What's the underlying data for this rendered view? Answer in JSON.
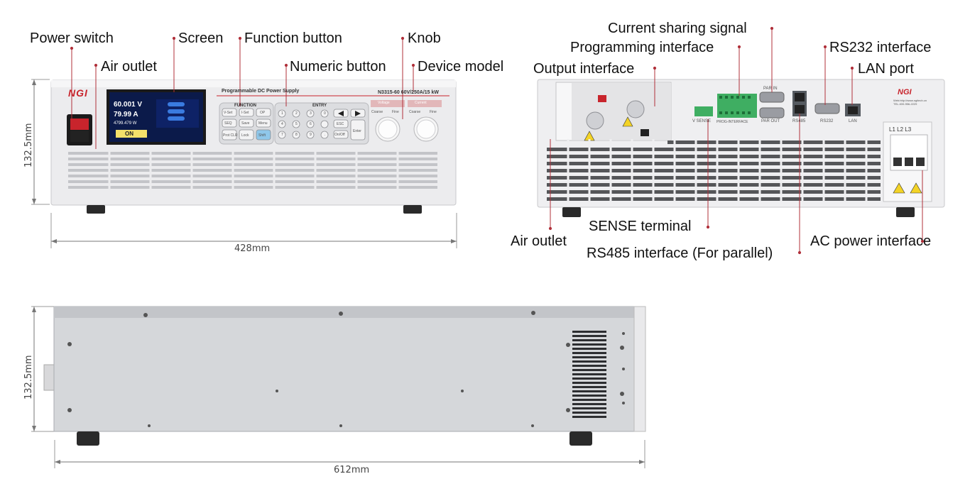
{
  "front": {
    "callouts": {
      "power_switch": "Power switch",
      "air_outlet": "Air outlet",
      "screen": "Screen",
      "function_button": "Function button",
      "numeric_button": "Numeric button",
      "knob": "Knob",
      "device_model": "Device model"
    },
    "logo": "NGI",
    "title": "Programmable DC Power Supply",
    "model": "N3315-60 60V/250A/15 kW",
    "function_group": "FUNCTION",
    "entry_group": "ENTRY",
    "voltage_label": "Voltage",
    "current_label": "Current",
    "display": {
      "voltage": "60.001 V",
      "current": "79.99 A",
      "power": "4799.479 W",
      "state": "ON"
    },
    "function_keys": [
      "V-Set",
      "I-Set",
      "OP",
      "SEQ",
      "Save",
      "Menu",
      "Prot CLR",
      "Lock",
      "Shift"
    ],
    "numeric_keys": [
      "1",
      "2",
      "3",
      "4",
      "5",
      "6",
      "7",
      "8",
      "9",
      "0",
      ".",
      "On/Off"
    ],
    "entry_keys": [
      "ESC",
      "Enter"
    ],
    "knob_labels": [
      "Coarse",
      "Fine",
      "Coarse",
      "Fine"
    ],
    "height_dim": "132.5mm",
    "width_dim": "428mm"
  },
  "rear": {
    "callouts": {
      "current_sharing_signal": "Current sharing signal",
      "programming_interface": "Programming interface",
      "rs232_interface": "RS232 interface",
      "lan_port": "LAN port",
      "output_interface": "Output interface",
      "air_outlet": "Air outlet",
      "sense_terminal": "SENSE terminal",
      "rs485_interface": "RS485 interface (For parallel)",
      "ac_power_interface": "AC power interface"
    },
    "port_labels": {
      "v_sense": "V SENSE",
      "prog_interface": "PROG-INTERFACE",
      "par_in": "PAR IN",
      "par_out": "PAR OUT",
      "rs485": "RS485",
      "rs232": "RS232",
      "lan": "LAN",
      "phases": "L1  L2  L3"
    },
    "logo": "NGI",
    "info": "Web:http://www.ngitech.cn  TEL:400-956-2229"
  },
  "side": {
    "height_dim": "132.5mm",
    "length_dim": "612mm"
  },
  "colors": {
    "callout_line": "#b0303a",
    "chassis": "#eaeaec",
    "side_panel": "#d5d7da",
    "screen_bg": "#0b1a4a",
    "display_yellow": "#f4e06a",
    "accent_red": "#c8242c"
  }
}
